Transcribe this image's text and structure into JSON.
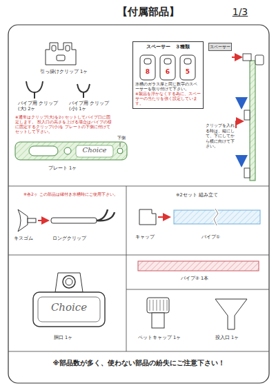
{
  "diagram": {
    "title": "【付属部品】",
    "nodes": [
      {
        "text": [
          "スペーサー　３種類",
          "水槽のガラス厚と同じ数字のスペーサーを取り付けて下さい。",
          "※製品を浮かなくする為に、スペーサーの当たりを強く設定しています。"
        ]
      },
      {
        "text": [
          "※部品数が多く、使わない部品の紛失にご注意下さい！"
        ]
      }
    ],
    "labels": [
      "1/3",
      "引っ掛けクリップ 1ヶ",
      "パイプ用 クリップ(大) 2ヶ",
      "パイプ用 クリップ(小) 1ヶ",
      "※通常はクリップ(大)を2ヶセットしてパイプ口に固定します。 投入口の高さを上げる場合はパイプの様に固定するクリップ(小)を プレートの下側に付けてセットして下さい。",
      "下側",
      "Choice",
      "プレート 1ヶ",
      "8",
      "6",
      "5",
      "スペーサー",
      "クリップを入れる時は、縦にして、下にしてから横に向けて下さい。",
      "※各2ヶ この部品は縁付き水槽時にご使用下さい。",
      "キスゴム",
      "ロングクリップ",
      "※2セット 組み立て",
      "キャップ",
      "パイプ①",
      "パイプ② 1本",
      "Choice",
      "胴口 1ヶ",
      "ペットキャップ 1ヶ",
      "投入口 1ヶ"
    ]
  }
}
